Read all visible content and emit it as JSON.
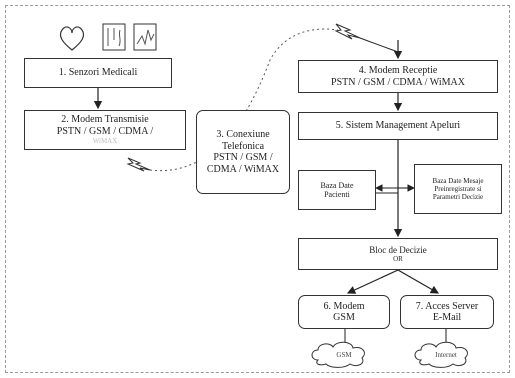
{
  "diagram": {
    "sensors": {
      "label": "1. Senzori Medicali"
    },
    "modem_tx": {
      "title": "2. Modem Transmisie",
      "protocols": "PSTN / GSM / CDMA /",
      "protocols_cont": "WiMAX"
    },
    "connection": {
      "line1": "3. Conexiune",
      "line2": "Telefonica",
      "line3": "PSTN / GSM /",
      "line4": "CDMA / WiMAX"
    },
    "modem_rx": {
      "title": "4. Modem Receptie",
      "protocols": "PSTN / GSM / CDMA / WiMAX"
    },
    "call_mgmt": {
      "label": "5. Sistem Management Apeluri"
    },
    "patients_db": {
      "line1": "Baza Date",
      "line2": "Pacienti"
    },
    "messages_db": {
      "line1": "Baza Date Mesaje",
      "line2": "Preinregistrate si",
      "line3": "Parametri Decizie"
    },
    "decision": {
      "title": "Bloc de Decizie",
      "subtitle": "OR"
    },
    "modem_gsm": {
      "line1": "6. Modem",
      "line2": "GSM"
    },
    "email_server": {
      "line1": "7. Acces Server",
      "line2": "E-Mail"
    },
    "cloud_gsm": "GSM",
    "cloud_internet": "Internet",
    "icons": [
      "heart-sensor-icon",
      "pressure-sensor-icon",
      "ecg-sensor-icon",
      "lightning-link-icon",
      "cloud-icon"
    ]
  }
}
